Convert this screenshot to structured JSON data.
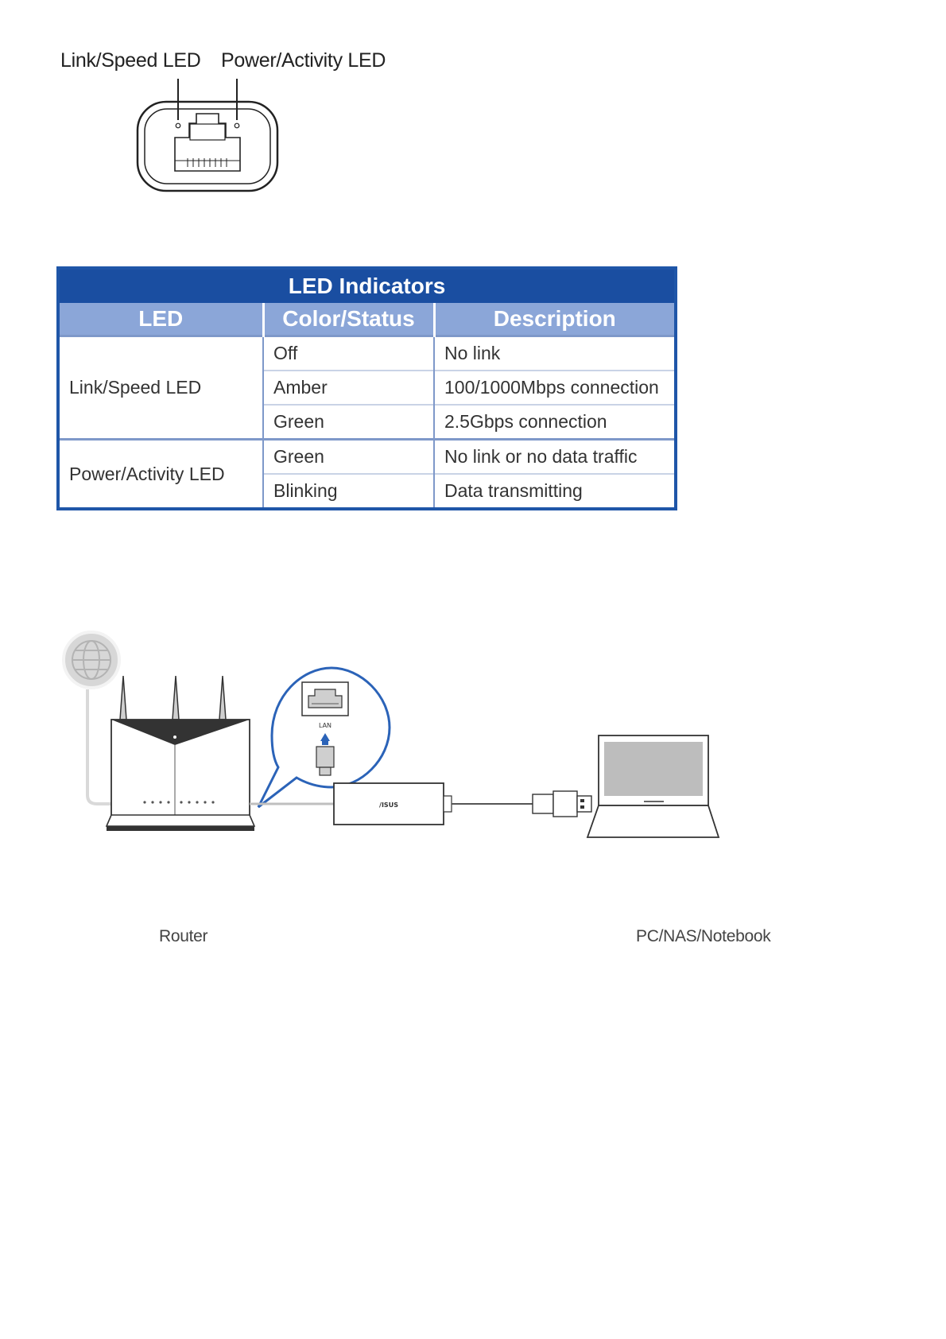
{
  "port_diagram": {
    "link_label": "Link/Speed LED",
    "power_label": "Power/Activity LED"
  },
  "led_table": {
    "caption": "LED Indicators",
    "headers": [
      "LED",
      "Color/Status",
      "Description"
    ],
    "groups": [
      {
        "led": "Link/Speed LED",
        "rows": [
          {
            "status": "Off",
            "description": "No link"
          },
          {
            "status": "Amber",
            "description": "100/1000Mbps connection"
          },
          {
            "status": "Green",
            "description": "2.5Gbps connection"
          }
        ]
      },
      {
        "led": "Power/Activity LED",
        "rows": [
          {
            "status": "Green",
            "description": "No link or no data traffic"
          },
          {
            "status": "Blinking",
            "description": "Data transmitting"
          }
        ]
      }
    ]
  },
  "connection_diagram": {
    "router_label": "Router",
    "computer_label": "PC/NAS/Notebook",
    "port_label": "LAN",
    "brand_text": "/ISUS",
    "icons": [
      "globe-icon",
      "router-icon",
      "ethernet-port-icon",
      "ethernet-plug-icon",
      "usb-adapter-icon",
      "laptop-icon"
    ]
  }
}
